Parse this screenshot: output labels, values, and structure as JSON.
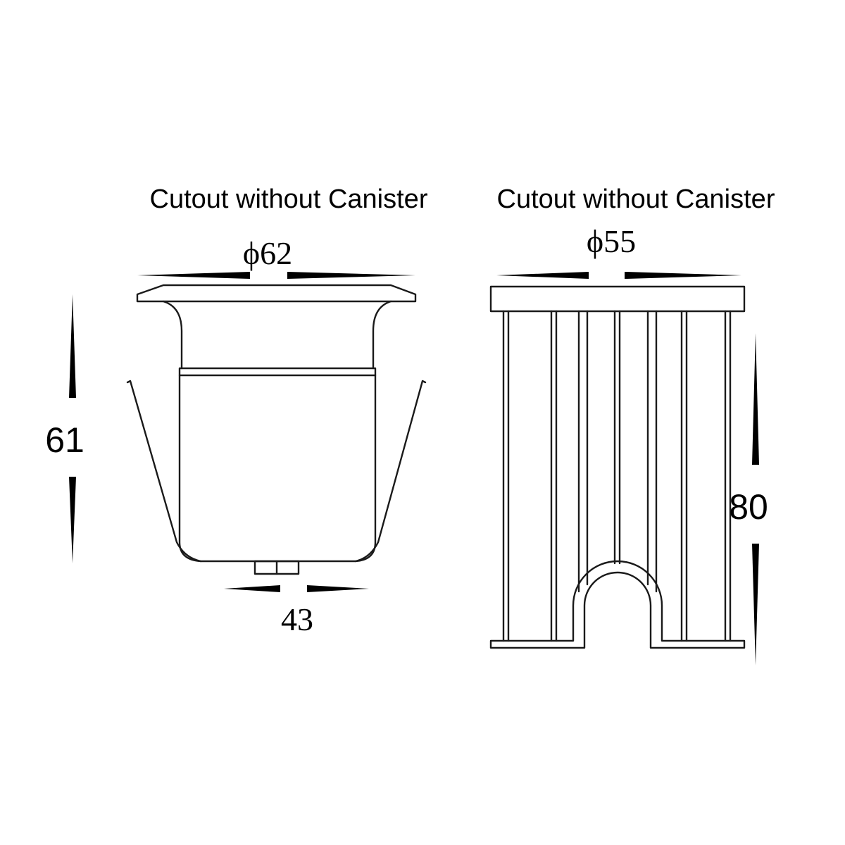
{
  "left_figure": {
    "caption": "Cutout without  Canister",
    "top_diameter": "ϕ62",
    "height": "61",
    "bottom_width": "43"
  },
  "right_figure": {
    "caption": "Cutout without  Canister",
    "top_diameter": "ϕ55",
    "height": "80"
  }
}
